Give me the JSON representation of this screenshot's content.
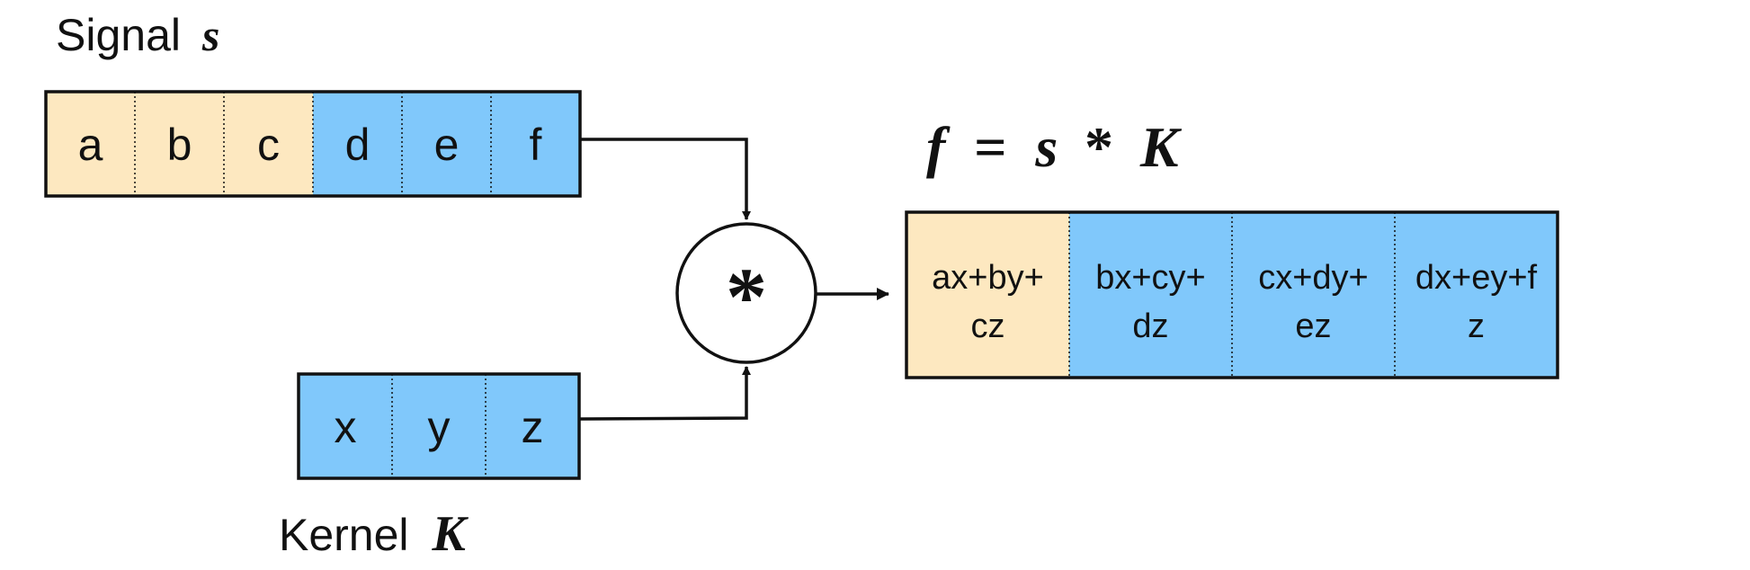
{
  "colors": {
    "tan": "#fde8c0",
    "blue": "#80c8fb",
    "stroke": "#111111"
  },
  "signal": {
    "label_word": "Signal",
    "label_symbol": "s",
    "cells": [
      "a",
      "b",
      "c",
      "d",
      "e",
      "f"
    ],
    "highlighted_count": 3
  },
  "kernel": {
    "label_word": "Kernel",
    "label_symbol": "K",
    "cells": [
      "x",
      "y",
      "z"
    ]
  },
  "operator": {
    "symbol": "*"
  },
  "equation": {
    "lhs": "f",
    "equals": "=",
    "s": "s",
    "op": "*",
    "k": "K"
  },
  "output": {
    "cells": [
      [
        "ax+by+",
        "cz"
      ],
      [
        "bx+cy+",
        "dz"
      ],
      [
        "cx+dy+",
        "ez"
      ],
      [
        "dx+ey+f",
        "z"
      ]
    ],
    "highlighted_count": 1
  }
}
